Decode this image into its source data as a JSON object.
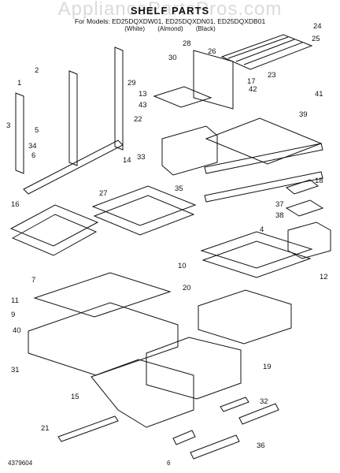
{
  "watermark": "AppliancePartsPros.com",
  "title": "SHELF PARTS",
  "subtitle": "For Models: ED25DQXDW01, ED25DQXDN01, ED25DQXDB01",
  "variants": "(White) (Almond) (Black)",
  "doc_number": "4379604",
  "page_number": "6",
  "callouts": [
    "1",
    "2",
    "3",
    "4",
    "5",
    "6",
    "7",
    "9",
    "10",
    "11",
    "12",
    "13",
    "14",
    "15",
    "16",
    "17",
    "18",
    "19",
    "20",
    "21",
    "22",
    "23",
    "24",
    "25",
    "26",
    "27",
    "28",
    "29",
    "30",
    "31",
    "32",
    "33",
    "34",
    "35",
    "36",
    "37",
    "38",
    "39",
    "40",
    "41",
    "42",
    "43"
  ]
}
